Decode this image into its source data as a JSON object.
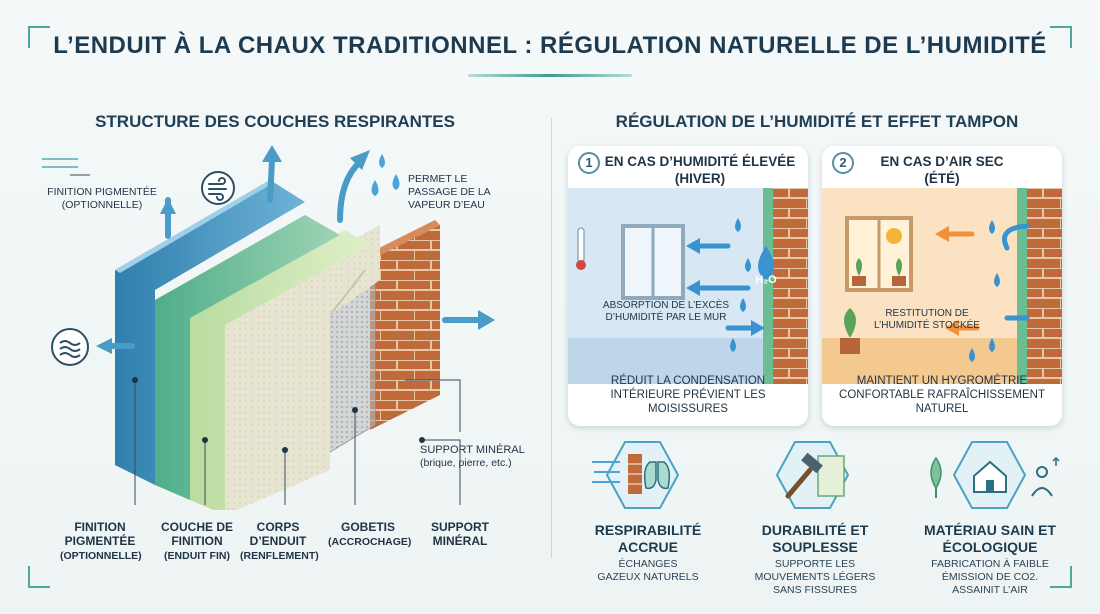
{
  "title": "L’enduit à la chaux traditionnel : Régulation naturelle de l’humidité",
  "left": {
    "heading": "Structure des couches respirantes",
    "top_label": "Finition pigmentée (optionnelle)",
    "vapour_label": "Permet le passage de la vapeur d’eau",
    "support_label": "Support minéral",
    "support_detail": "(brique, pierre, etc.)",
    "layers": [
      {
        "title": "Finition pigmentée",
        "detail": "(optionnelle)"
      },
      {
        "title": "Couche de finition",
        "detail": "(enduit fin)"
      },
      {
        "title": "Corps d’enduit",
        "detail": "(renflement)"
      },
      {
        "title": "Gobetis",
        "detail": "(accrochage)"
      },
      {
        "title": "Support minéral",
        "detail": ""
      }
    ]
  },
  "right": {
    "heading": "Régulation de l’humidité et effet tampon",
    "cards": [
      {
        "num": "1",
        "title": "En cas d’humidité élevée (hiver)",
        "scene_label": "Absorption de l’excès d’humidité par le mur",
        "badge": "H₂O",
        "footer": "Réduit la condensation intérieure prévient les moisissures"
      },
      {
        "num": "2",
        "title": "En cas d’air sec (été)",
        "scene_label": "Restitution de l’humidité stockée",
        "footer": "Maintient un hygrométrie confortable rafraîchissement naturel"
      }
    ]
  },
  "benefits": [
    {
      "title": "Respirabilité accrue",
      "desc": "Échanges gazeux naturels",
      "icon": "lungs-wall-icon"
    },
    {
      "title": "Durabilité et souplesse",
      "desc": "Supporte les mouvements légers sans fissures",
      "icon": "hammer-plaster-icon"
    },
    {
      "title": "Matériau sain et écologique",
      "desc": "Fabrication à faible émission de CO2. Assainit l’air",
      "icon": "eco-house-icon"
    }
  ],
  "colors": {
    "teal": "#3f9c8f",
    "blue_layer": "#3d8fb8",
    "green_layer": "#7cc3a0",
    "lime_layer": "#cfe4b2",
    "sand_layer": "#e4e2cf",
    "gobetis": "#a9abaa",
    "brick": "#c0693b",
    "water": "#3a93cf",
    "winter_bg": "#d8e8f5",
    "summer_bg": "#fbe4c7"
  }
}
